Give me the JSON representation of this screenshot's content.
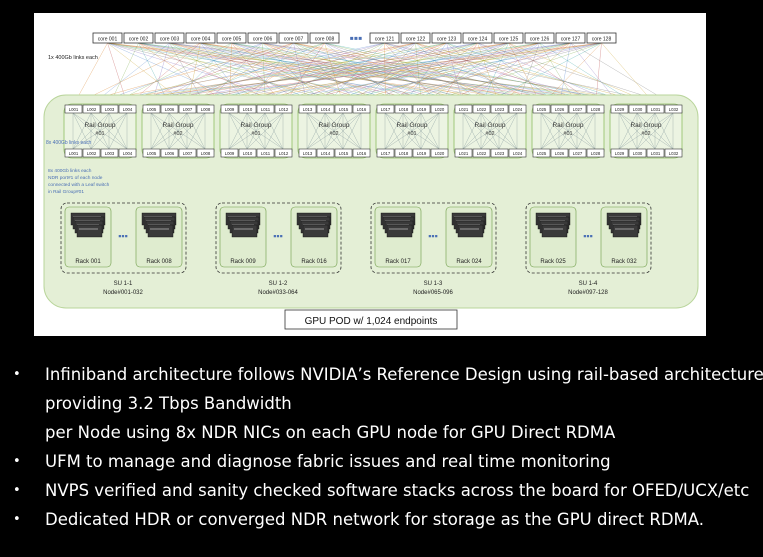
{
  "diagram": {
    "cores_left": [
      "core 001",
      "core 002",
      "core 003",
      "core 004",
      "core 005",
      "core 006",
      "core 007",
      "core 008"
    ],
    "cores_right": [
      "core 121",
      "core 122",
      "core 123",
      "core 124",
      "core 125",
      "core 126",
      "core 127",
      "core 128"
    ],
    "core_note": "1x 400Gb links each",
    "rail_groups": [
      {
        "label": "Rail Group",
        "num": "#01",
        "top": [
          "L001",
          "L002",
          "L003",
          "L004"
        ],
        "bottom": [
          "L001",
          "L002",
          "L003",
          "L004"
        ]
      },
      {
        "label": "Rail Group",
        "num": "#02",
        "top": [
          "L005",
          "L006",
          "L007",
          "L008"
        ],
        "bottom": [
          "L005",
          "L006",
          "L007",
          "L008"
        ]
      },
      {
        "label": "Rail Group",
        "num": "#01",
        "top": [
          "L009",
          "L010",
          "L011",
          "L012"
        ],
        "bottom": [
          "L009",
          "L010",
          "L011",
          "L012"
        ]
      },
      {
        "label": "Rail Group",
        "num": "#02",
        "top": [
          "L013",
          "L014",
          "L015",
          "L016"
        ],
        "bottom": [
          "L013",
          "L014",
          "L015",
          "L016"
        ]
      },
      {
        "label": "Rail Group",
        "num": "#01",
        "top": [
          "L017",
          "L018",
          "L019",
          "L020"
        ],
        "bottom": [
          "L017",
          "L018",
          "L019",
          "L020"
        ]
      },
      {
        "label": "Rail Group",
        "num": "#02",
        "top": [
          "L021",
          "L022",
          "L023",
          "L024"
        ],
        "bottom": [
          "L021",
          "L022",
          "L023",
          "L024"
        ]
      },
      {
        "label": "Rail Group",
        "num": "#01",
        "top": [
          "L025",
          "L026",
          "L027",
          "L028"
        ],
        "bottom": [
          "L025",
          "L026",
          "L027",
          "L028"
        ]
      },
      {
        "label": "Rail Group",
        "num": "#02",
        "top": [
          "L029",
          "L030",
          "L031",
          "L032"
        ],
        "bottom": [
          "L029",
          "L030",
          "L031",
          "L032"
        ]
      }
    ],
    "spine_note": "8x 400Gb links each",
    "leaf_note": [
      "8x 400Gb links each",
      "NDR port#1 of each node",
      "connected with a Leaf switch",
      "in Rail Group#01"
    ],
    "scalable_units": [
      {
        "racks": [
          "Rack 001",
          "Rack 008"
        ],
        "su": "SU 1-1",
        "nodes": "Node#001-032"
      },
      {
        "racks": [
          "Rack 009",
          "Rack 016"
        ],
        "su": "SU 1-2",
        "nodes": "Node#033-064"
      },
      {
        "racks": [
          "Rack 017",
          "Rack 024"
        ],
        "su": "SU 1-3",
        "nodes": "Node#065-096"
      },
      {
        "racks": [
          "Rack 025",
          "Rack 032"
        ],
        "su": "SU 1-4",
        "nodes": "Node#097-128"
      }
    ],
    "pod_label": "GPU POD w/ 1,024 endpoints"
  },
  "bullets": [
    {
      "lines": [
        "Infiniband architecture follows NVIDIA’s Reference Design using rail-based architecture",
        "providing 3.2 Tbps Bandwidth",
        "per Node using 8x NDR NICs on each GPU node for GPU Direct RDMA"
      ]
    },
    {
      "lines": [
        "UFM to manage and diagnose fabric issues and real time monitoring"
      ]
    },
    {
      "lines": [
        "NVPS verified and sanity checked software stacks across the board for OFED/UCX/etc"
      ]
    },
    {
      "lines": [
        "Dedicated HDR or converged NDR network for storage as the GPU direct RDMA."
      ]
    }
  ],
  "bullet_glyph": "•"
}
